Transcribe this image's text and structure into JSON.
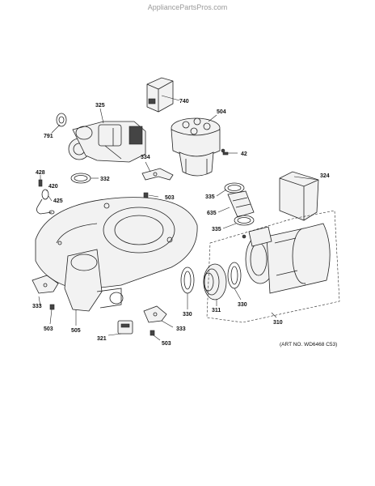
{
  "watermark": "AppliancePartsPros.com",
  "art_no": "(ART NO. WD6468 C53)",
  "callouts": {
    "c740": "740",
    "c325": "325",
    "c504": "504",
    "c791": "791",
    "c42": "42",
    "c334": "334",
    "c324": "324",
    "c428": "428",
    "c332": "332",
    "c420": "420",
    "c503a": "503",
    "c335a": "335",
    "c425": "425",
    "c635": "635",
    "c335b": "335",
    "c333a": "333",
    "c330a": "330",
    "c311": "311",
    "c330b": "330",
    "c503b": "503",
    "c505": "505",
    "c310": "310",
    "c333b": "333",
    "c321": "321",
    "c503c": "503"
  }
}
